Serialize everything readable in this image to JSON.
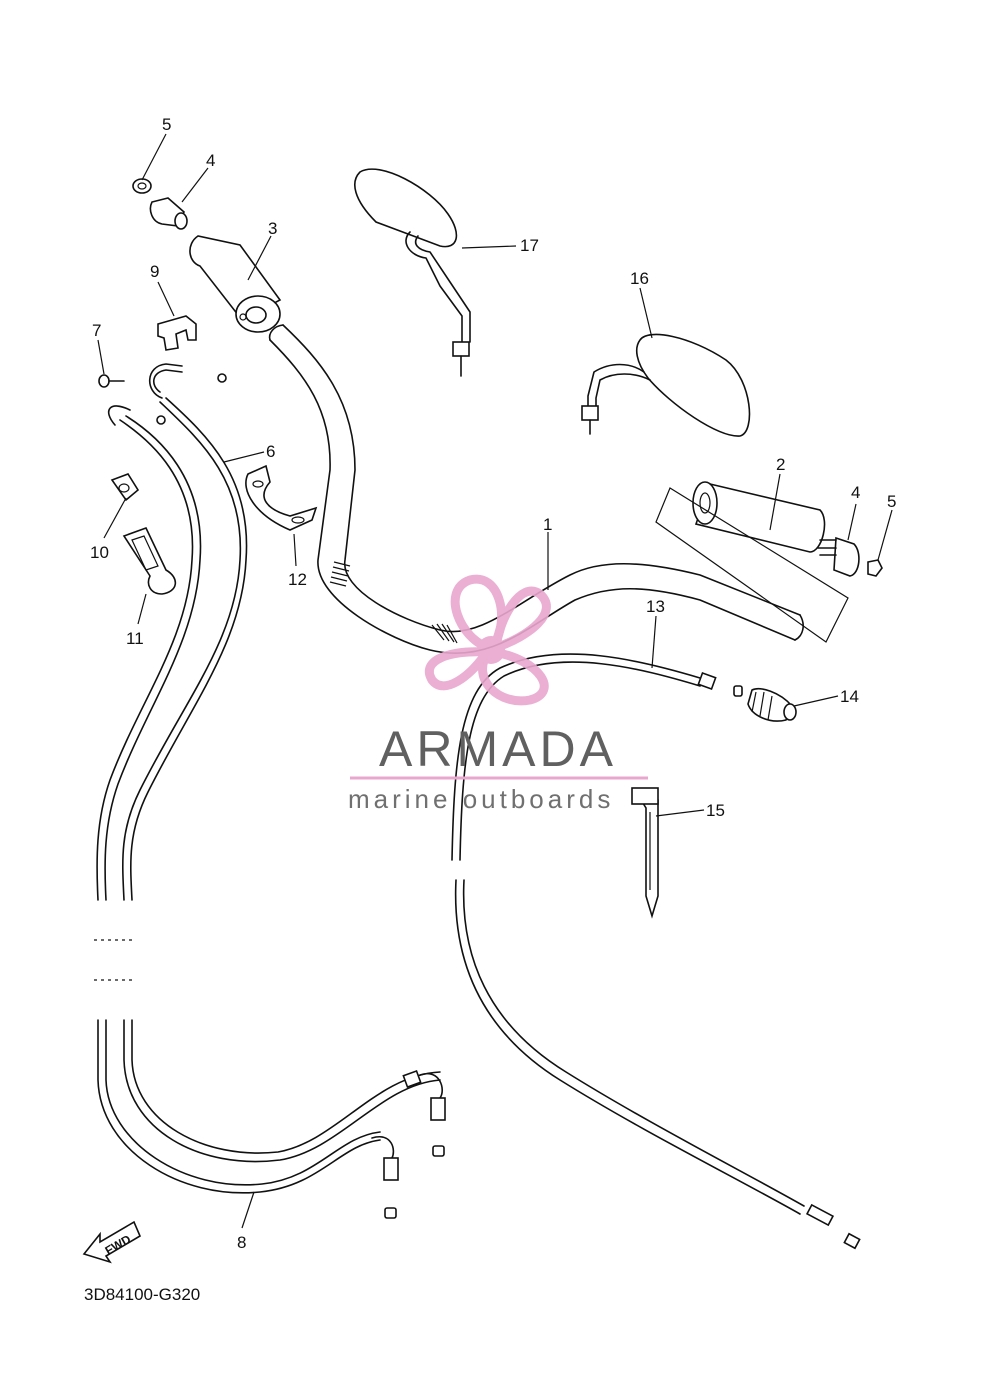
{
  "diagram_code": "3D84100-G320",
  "fwd_label": "FWD",
  "watermark": {
    "brand": "ARMADA",
    "tagline": "marine outboards",
    "accent_color": "#e9a7cf",
    "text_color": "#606060"
  },
  "callouts": [
    {
      "id": "1",
      "label": "1"
    },
    {
      "id": "2",
      "label": "2"
    },
    {
      "id": "3",
      "label": "3"
    },
    {
      "id": "4a",
      "label": "4"
    },
    {
      "id": "4b",
      "label": "4"
    },
    {
      "id": "5a",
      "label": "5"
    },
    {
      "id": "5b",
      "label": "5"
    },
    {
      "id": "6",
      "label": "6"
    },
    {
      "id": "7",
      "label": "7"
    },
    {
      "id": "8",
      "label": "8"
    },
    {
      "id": "9",
      "label": "9"
    },
    {
      "id": "10",
      "label": "10"
    },
    {
      "id": "11",
      "label": "11"
    },
    {
      "id": "12",
      "label": "12"
    },
    {
      "id": "13",
      "label": "13"
    },
    {
      "id": "14",
      "label": "14"
    },
    {
      "id": "15",
      "label": "15"
    },
    {
      "id": "16",
      "label": "16"
    },
    {
      "id": "17",
      "label": "17"
    }
  ]
}
